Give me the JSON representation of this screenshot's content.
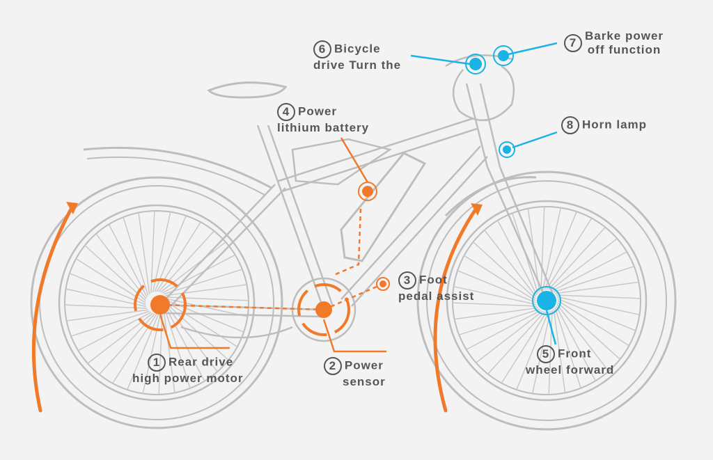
{
  "colors": {
    "accent_orange": "#f07a2a",
    "accent_blue": "#1ab3e6",
    "text": "#555555",
    "sketch": "#b8b8b8",
    "background": "#f3f3f3"
  },
  "callouts": [
    {
      "number": "1",
      "line1": "Rear drive",
      "line2": "high power motor"
    },
    {
      "number": "2",
      "line1": "Power",
      "line2": "sensor"
    },
    {
      "number": "3",
      "line1": "Foot",
      "line2": "pedal assist"
    },
    {
      "number": "4",
      "line1": "Power",
      "line2": "lithium battery"
    },
    {
      "number": "5",
      "line1": "Front",
      "line2": "wheel forward"
    },
    {
      "number": "6",
      "line1": "Bicycle",
      "line2": "drive Turn the"
    },
    {
      "number": "7",
      "line1": "Barke power",
      "line2": "off function"
    },
    {
      "number": "8",
      "line1": "Horn lamp",
      "line2": ""
    }
  ]
}
